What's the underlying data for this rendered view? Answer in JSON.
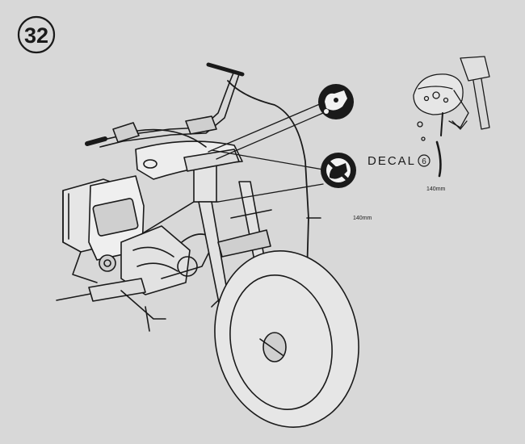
{
  "step_number": "32",
  "decal_label": "DECAL",
  "decal_number": "6",
  "main_cable_measure": "140",
  "main_cable_unit": "mm",
  "inset_cable_measure": "140",
  "inset_cable_unit": "mm",
  "icons": {
    "allowed": "cable-routing-allowed-icon",
    "prohibited": "cable-routing-prohibited-icon"
  },
  "colors": {
    "background": "#d8d8d8",
    "ink": "#1a1a1a"
  }
}
